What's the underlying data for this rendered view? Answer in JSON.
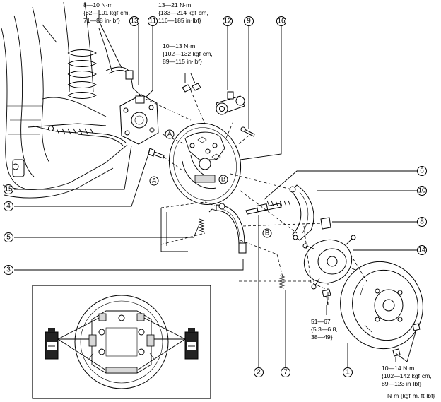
{
  "torque_specs": {
    "cable_bracket": [
      "8—10 N·m",
      "{82—101 kgf·cm,",
      "71—88 in·lbf}"
    ],
    "backing_plate": [
      "13—21 N·m",
      "{133—214 kgf·cm,",
      "116—185 in·lbf}"
    ],
    "wheel_cylinder": [
      "10—13 N·m",
      "{102—132 kgf·cm,",
      "89—115 in·lbf}"
    ],
    "hub_bolt": [
      "51—67",
      "{5.3—6.8,",
      "38—49}"
    ],
    "drum_screw": [
      "10—14 N·m",
      "{102—142 kgf·cm,",
      "89—123 in·lbf}"
    ]
  },
  "unit_legend": "N·m {kgf·m, ft·lbf}",
  "callouts": {
    "c1": "1",
    "c2": "2",
    "c3": "3",
    "c4": "4",
    "c5": "5",
    "c6": "6",
    "c7": "7",
    "c8": "8",
    "c9": "9",
    "c10": "10",
    "c11": "11",
    "c12": "12",
    "c13": "13",
    "c14": "14",
    "c15": "15",
    "c16": "16"
  },
  "ref_marks": {
    "a1": "A",
    "a2": "A",
    "b1": "B",
    "b2": "B"
  },
  "icons": [
    "grease-tube-icon",
    "grease-tube-icon"
  ]
}
